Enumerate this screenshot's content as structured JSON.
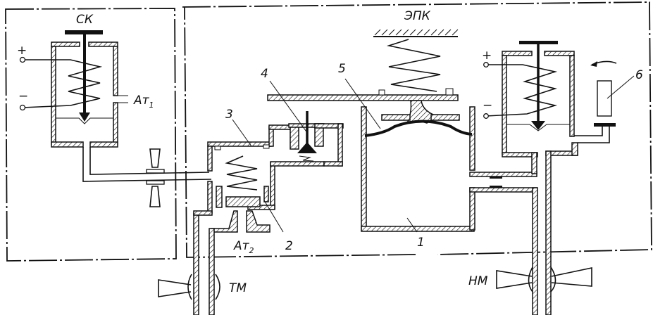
{
  "diagram": {
    "labels": {
      "sk": "СК",
      "plus_left": "+",
      "minus_left": "−",
      "at1_main": "Ат",
      "at1_sub": "1",
      "epk": "ЭПК",
      "n3": "3",
      "n4": "4",
      "n5": "5",
      "n6": "6",
      "plus_right": "+",
      "minus_right": "−",
      "at2_main": "Ат",
      "at2_sub": "2",
      "n2": "2",
      "n1": "1",
      "tm": "ТМ",
      "nm": "НМ"
    }
  }
}
